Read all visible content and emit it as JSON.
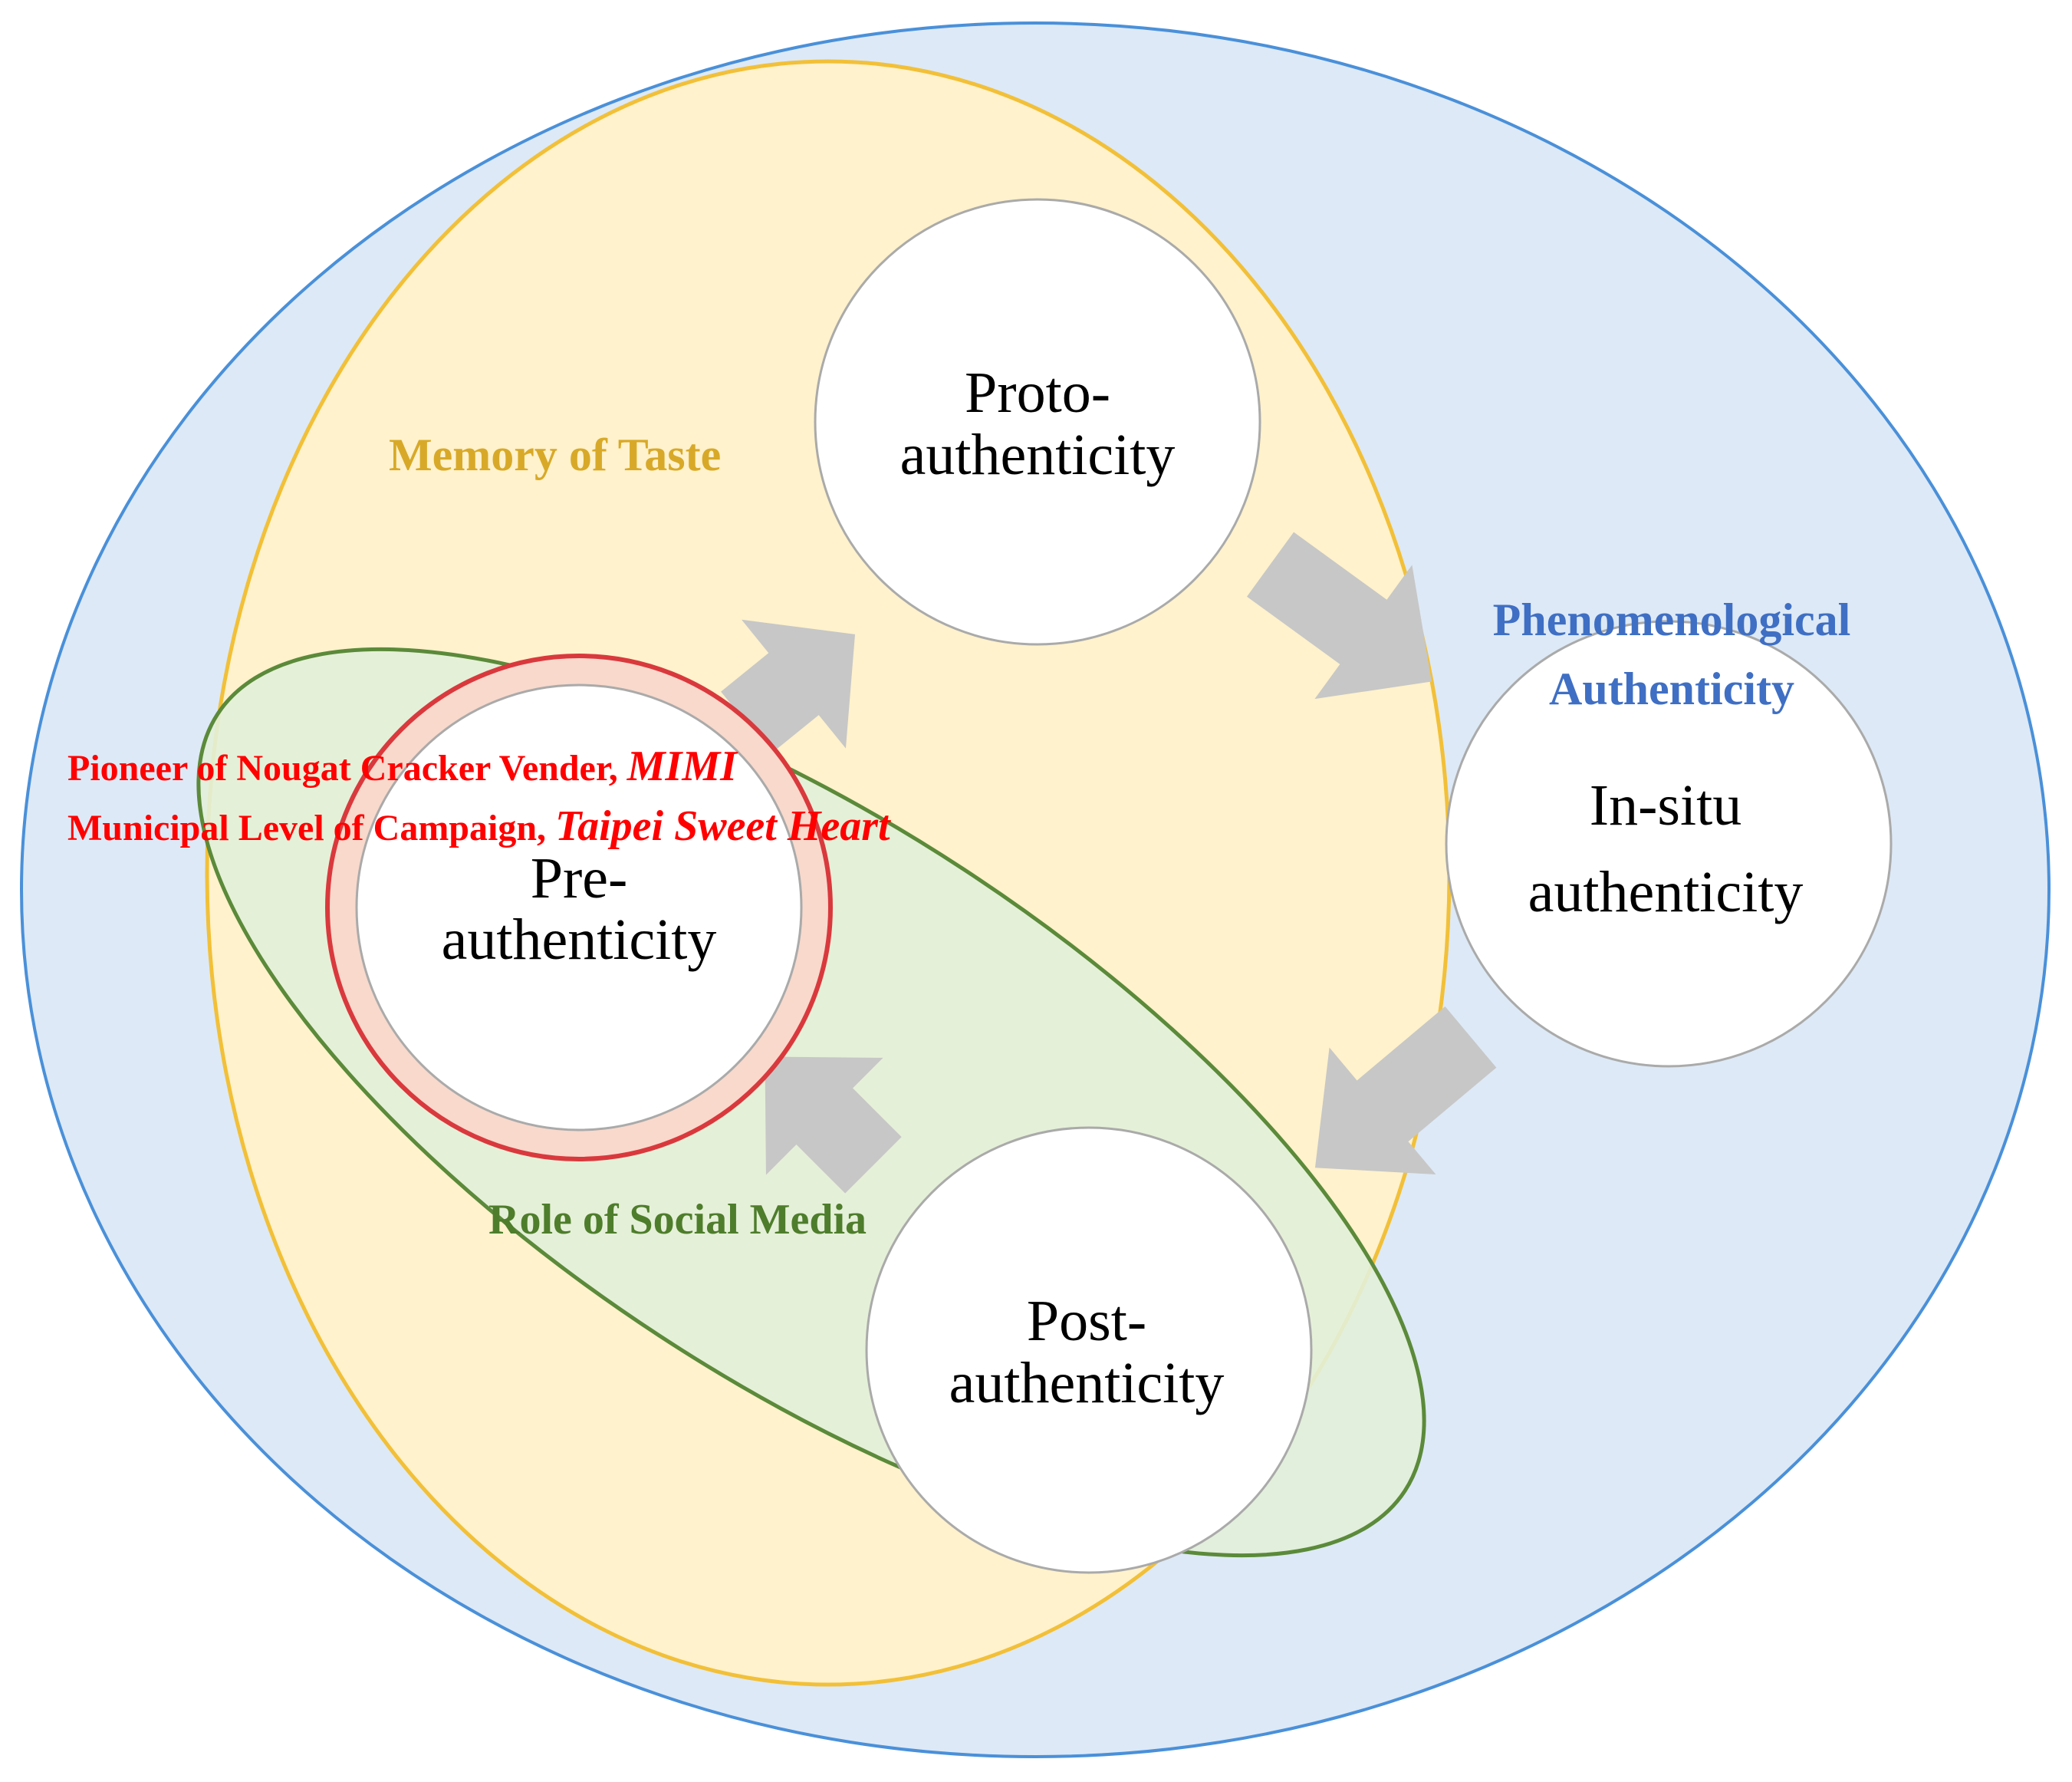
{
  "labels": {
    "memory_of_taste": "Memory of Taste",
    "phenomenological_line1": "Phenomenological",
    "phenomenological_line2": "Authenticity",
    "role_of_social_media": "Role of Social Media",
    "pioneer_prefix": "Pioneer of Nougat Cracker Vender, ",
    "pioneer_name": "MIMI",
    "municipal_prefix": "Municipal Level of Campaign, ",
    "municipal_name": "Taipei Sweet Heart"
  },
  "nodes": {
    "proto": {
      "line1": "Proto-",
      "line2": "authenticity"
    },
    "insitu": {
      "line1": "In-situ",
      "line2": "authenticity"
    },
    "post": {
      "line1": "Post-",
      "line2": "authenticity"
    },
    "pre": {
      "line1": "Pre-",
      "line2": "authenticity"
    }
  },
  "colors": {
    "outer_fill": "#dde9f6",
    "outer_stroke": "#4a90d9",
    "memory_fill": "#fff2cc",
    "memory_stroke": "#f2c038",
    "memory_text": "#d8a928",
    "social_fill": "#e2efd9",
    "social_stroke": "#5b8a3a",
    "social_text": "#4e7d2c",
    "phenom_text": "#3f6fc4",
    "pre_ring_fill": "#f8d9cc",
    "pre_ring_stroke": "#d9393d",
    "campaign_text": "#ff0000",
    "arrow_fill": "#c7c7c7",
    "node_stroke": "#aaaaaa"
  }
}
